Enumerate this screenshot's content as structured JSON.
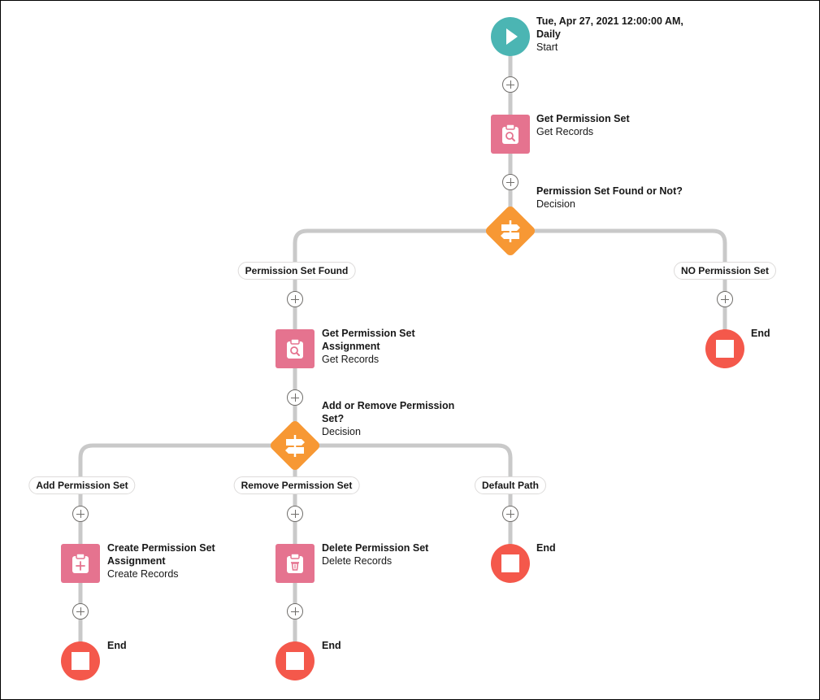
{
  "start": {
    "title": "Tue, Apr 27, 2021 12:00:00 AM, Daily",
    "subtitle": "Start"
  },
  "get_permission_set": {
    "title": "Get Permission Set",
    "subtitle": "Get Records"
  },
  "decision_found": {
    "title": "Permission Set Found or Not?",
    "subtitle": "Decision"
  },
  "outcome_found": "Permission Set Found",
  "outcome_not_found": "NO Permission Set",
  "end_label": "End",
  "get_assignment": {
    "title": "Get Permission Set Assignment",
    "subtitle": "Get Records"
  },
  "decision_add_remove": {
    "title": "Add or Remove Permission Set?",
    "subtitle": "Decision"
  },
  "outcome_add": "Add Permission Set",
  "outcome_remove": "Remove Permission Set",
  "outcome_default": "Default Path",
  "create_assignment": {
    "title": "Create Permission Set Assignment",
    "subtitle": "Create Records"
  },
  "delete_assignment": {
    "title": "Delete Permission Set",
    "subtitle": "Delete Records"
  },
  "colors": {
    "start": "#4bb5b3",
    "records": "#e5738f",
    "decision": "#f79834",
    "end": "#f4584b",
    "connector": "#c9c9c9"
  },
  "icons": {
    "start": "play-icon",
    "get_records": "clipboard-search-icon",
    "decision": "signpost-icon",
    "create_records": "clipboard-plus-icon",
    "delete_records": "trash-icon",
    "end": "stop-icon",
    "add_element": "plus-icon"
  }
}
